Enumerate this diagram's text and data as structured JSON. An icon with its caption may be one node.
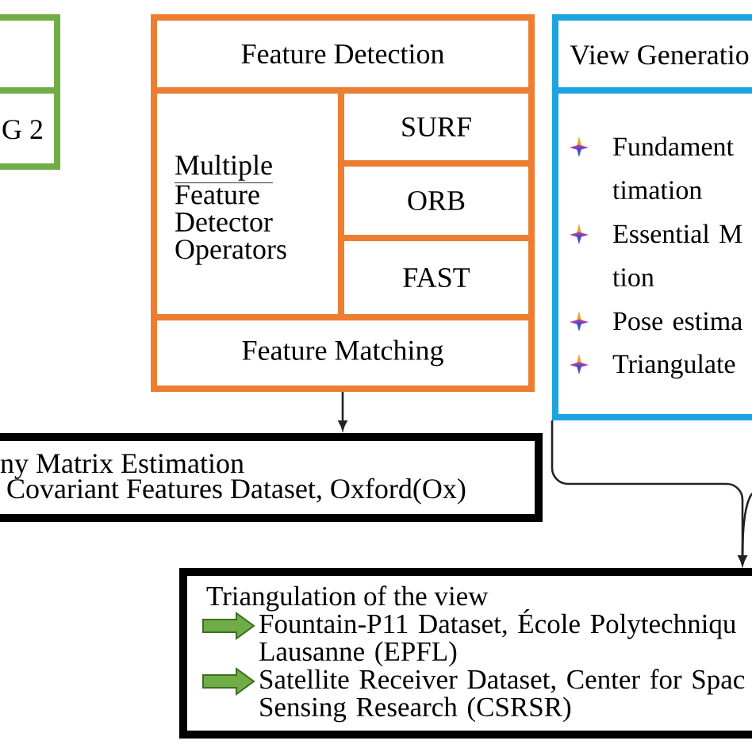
{
  "diagram": {
    "nodes": [
      {
        "text": [],
        "shape": "box"
      },
      {
        "text": [
          "G 2"
        ]
      },
      {
        "text": [
          "Feature Detection"
        ]
      },
      {
        "text": [
          "Multiple",
          "Feature Detector Operators"
        ]
      },
      {
        "text": [
          "SURF"
        ]
      },
      {
        "text": [
          "ORB"
        ]
      },
      {
        "text": [
          "FAST"
        ]
      },
      {
        "text": [
          "Feature Matching"
        ]
      },
      {
        "text": [
          "View Generatio"
        ]
      },
      {
        "text": [
          "Fundament timation",
          "Essential M tion",
          "Pose estima",
          "Triangulate"
        ]
      },
      {
        "text": [
          "ny Matrix Estimation",
          "Covariant Features Dataset, Oxford(Ox)"
        ]
      },
      {
        "text": [
          "Triangulation of the view",
          "Fountain-P11 Dataset, École Polytechniqu Lausanne (EPFL)",
          "Satellite Receiver Dataset, Center for Spac Sensing Research (CSRSR)"
        ]
      }
    ],
    "edges": [
      {
        "from": 7,
        "to": 10,
        "arrow": "to"
      },
      {
        "from": 9,
        "to": 11,
        "arrow": "to"
      },
      {
        "from": null,
        "to": 11,
        "arrow": "to"
      }
    ]
  }
}
